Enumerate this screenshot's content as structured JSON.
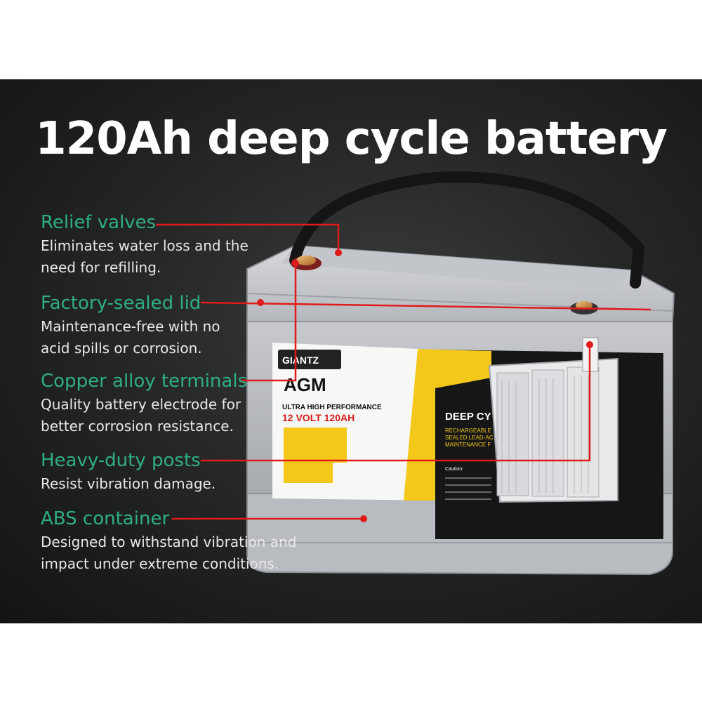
{
  "title": "120Ah deep cycle battery",
  "features": [
    {
      "name": "Relief valves",
      "desc": "Eliminates water loss and the need for refilling."
    },
    {
      "name": "Factory-sealed lid",
      "desc": "Maintenance-free with no acid spills or corrosion."
    },
    {
      "name": "Copper alloy terminals",
      "desc": "Quality battery electrode for better corrosion resistance."
    },
    {
      "name": "Heavy-duty posts",
      "desc": "Resist vibration damage."
    },
    {
      "name": "ABS container",
      "desc": "Designed to withstand vibration and impact under extreme conditions."
    }
  ],
  "battery_label": {
    "brand": "GIANTZ",
    "type": "AGM",
    "performance": "ULTRA HIGH PERFORMANCE",
    "rating": "12 VOLT 120AH",
    "side_title": "DEEP CY",
    "side_line1": "RECHARGEABLE",
    "side_line2": "SEALED LEAD-AC",
    "side_line3": "MAINTENANCE F",
    "caution": "Caution:"
  },
  "colors": {
    "heading": "#2fae86",
    "callout": "#e01b1b",
    "background": "#262827"
  }
}
